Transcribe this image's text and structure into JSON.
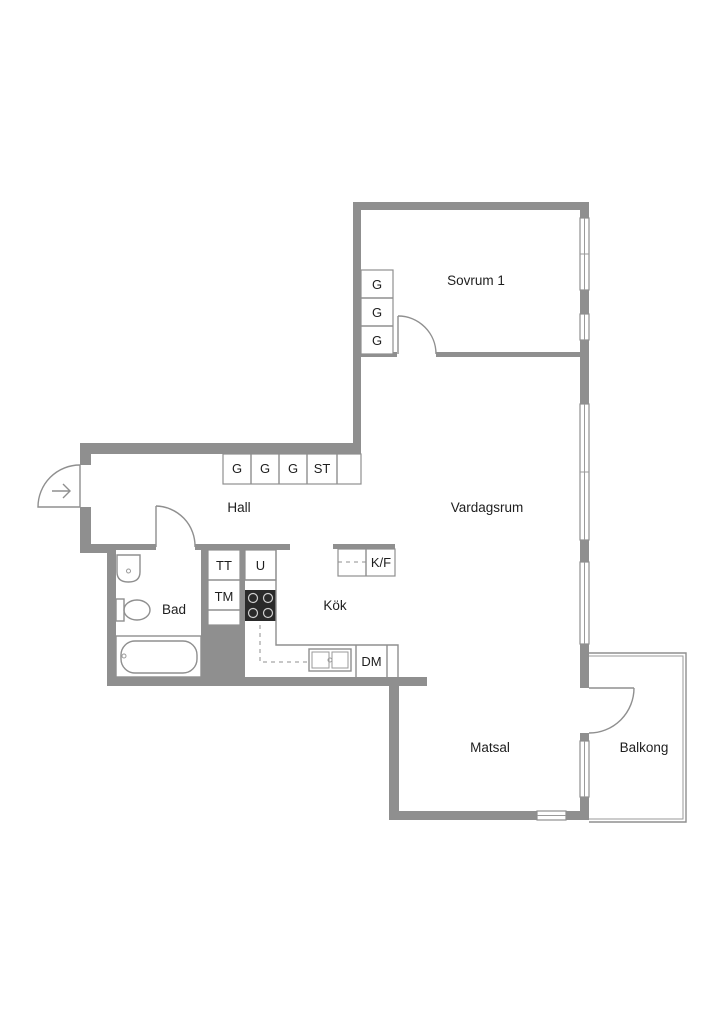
{
  "rooms": {
    "bedroom": "Sovrum 1",
    "living": "Vardagsrum",
    "hall": "Hall",
    "kitchen": "Kök",
    "bath": "Bad",
    "dining": "Matsal",
    "balcony": "Balkong"
  },
  "fixtures": {
    "bedroom_wardrobes": [
      "G",
      "G",
      "G"
    ],
    "hall_closets": [
      "G",
      "G",
      "G",
      "ST"
    ],
    "laundry": [
      "TT",
      "TM"
    ],
    "oven": "U",
    "fridge": "K/F",
    "dishwasher": "DM"
  },
  "colors": {
    "wall": "#8f8f8f",
    "text": "#1e1e1e",
    "background": "#ffffff"
  }
}
